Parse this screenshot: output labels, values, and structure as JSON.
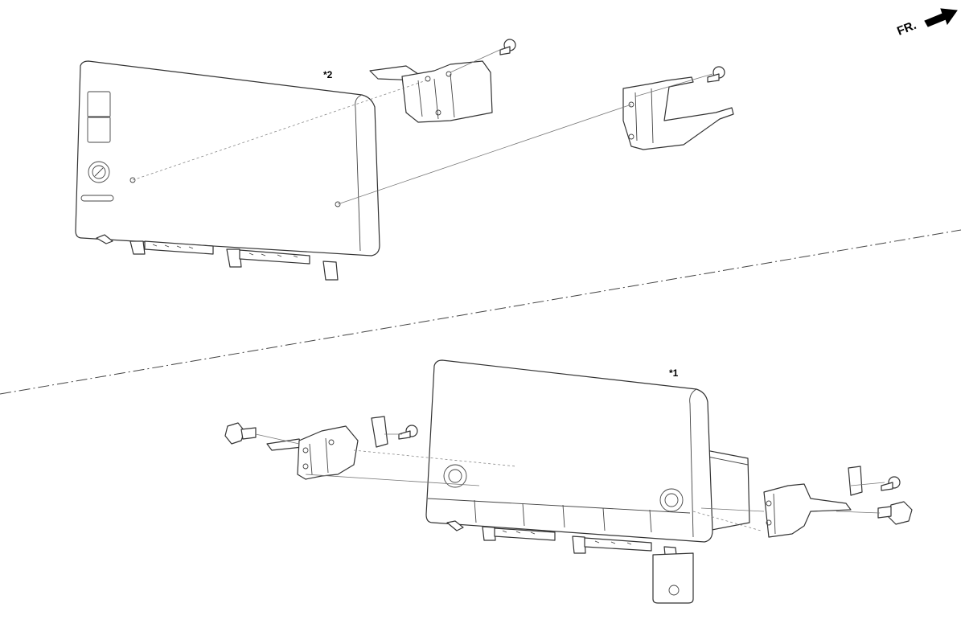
{
  "direction_indicator": {
    "label": "FR.",
    "icon": "arrow-right-icon"
  },
  "callouts": {
    "upper_unit": "*2",
    "lower_unit": "*1"
  },
  "colors": {
    "line": "#333333",
    "background": "#ffffff"
  }
}
